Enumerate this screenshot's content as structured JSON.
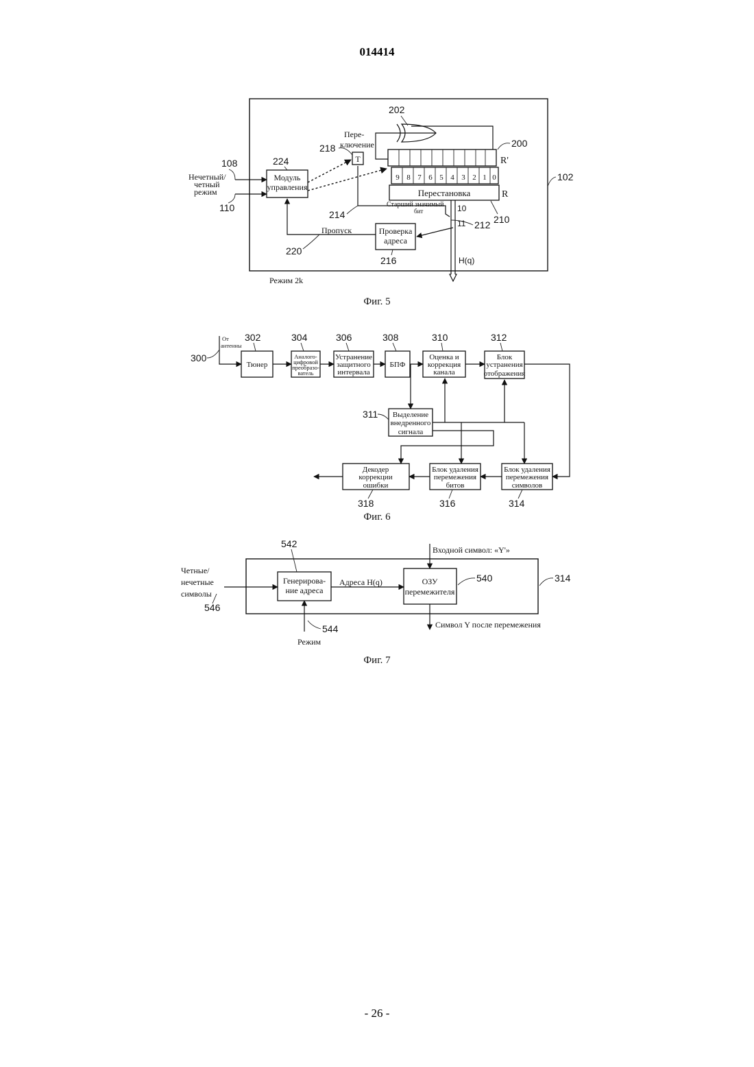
{
  "header": {
    "patent_number": "014414"
  },
  "footer": {
    "page_number": "- 26 -"
  },
  "fig5": {
    "caption": "Фиг. 5",
    "mode_label": "Режим 2k",
    "input_label_line1": "Нечетный/",
    "input_label_line2": "четный",
    "input_label_line3": "режим",
    "control_line1": "Модуль",
    "control_line2": "управления",
    "switch_line1": "Пере-",
    "switch_line2": "ключение",
    "toggle_label": "T",
    "bits": [
      "9",
      "8",
      "7",
      "6",
      "5",
      "4",
      "3",
      "2",
      "1",
      "0"
    ],
    "permutation_label": "Перестановка",
    "r_label": "R",
    "r_prime_label": "R'",
    "msb_line1": "Старший значимый",
    "msb_line2": "бит",
    "bit10_label": "10",
    "bit11_label": "11",
    "skip_label": "Пропуск",
    "check_line1": "Проверка",
    "check_line2": "адреса",
    "output_label": "H(q)",
    "refs": {
      "r102": "102",
      "r108": "108",
      "r110": "110",
      "r200": "200",
      "r202": "202",
      "r210": "210",
      "r212": "212",
      "r214": "214",
      "r216": "216",
      "r218": "218",
      "r220": "220",
      "r224": "224"
    }
  },
  "fig6": {
    "caption": "Фиг. 6",
    "antenna_line1": "От",
    "antenna_line2": "антенны",
    "tuner": "Тюнер",
    "adc_line1": "Аналого-",
    "adc_line2": "цифровой",
    "adc_line3": "преобразо-",
    "adc_line4": "ватель",
    "guard_line1": "Устранение",
    "guard_line2": "защитного",
    "guard_line3": "интервала",
    "fft": "БПФ",
    "chan_line1": "Оценка и",
    "chan_line2": "коррекция",
    "chan_line3": "канала",
    "demap_line1": "Блок",
    "demap_line2": "устранения",
    "demap_line3": "отображения",
    "emb_line1": "Выделение",
    "emb_line2": "внедренного",
    "emb_line3": "сигнала",
    "dec_line1": "Декодер",
    "dec_line2": "коррекции",
    "dec_line3": "ошибки",
    "bitdi_line1": "Блок удаления",
    "bitdi_line2": "перемежения",
    "bitdi_line3": "битов",
    "symdi_line1": "Блок удаления",
    "symdi_line2": "перемежения",
    "symdi_line3": "символов",
    "refs": {
      "r300": "300",
      "r302": "302",
      "r304": "304",
      "r306": "306",
      "r308": "308",
      "r310": "310",
      "r311": "311",
      "r312": "312",
      "r314": "314",
      "r316": "316",
      "r318": "318"
    }
  },
  "fig7": {
    "caption": "Фиг. 7",
    "input_line1": "Четные/",
    "input_line2": "нечетные",
    "input_line3": "символы",
    "addrgen_line1": "Генерирова-",
    "addrgen_line2": "ние адреса",
    "address_label": "Адреса  H(q)",
    "ram_line1": "ОЗУ",
    "ram_line2": "перемежителя",
    "input_symbol": "Входной символ: «Y'»",
    "output_symbol": "Символ Y после перемежения",
    "mode": "Режим",
    "refs": {
      "r314": "314",
      "r540": "540",
      "r542": "542",
      "r544": "544",
      "r546": "546"
    }
  }
}
